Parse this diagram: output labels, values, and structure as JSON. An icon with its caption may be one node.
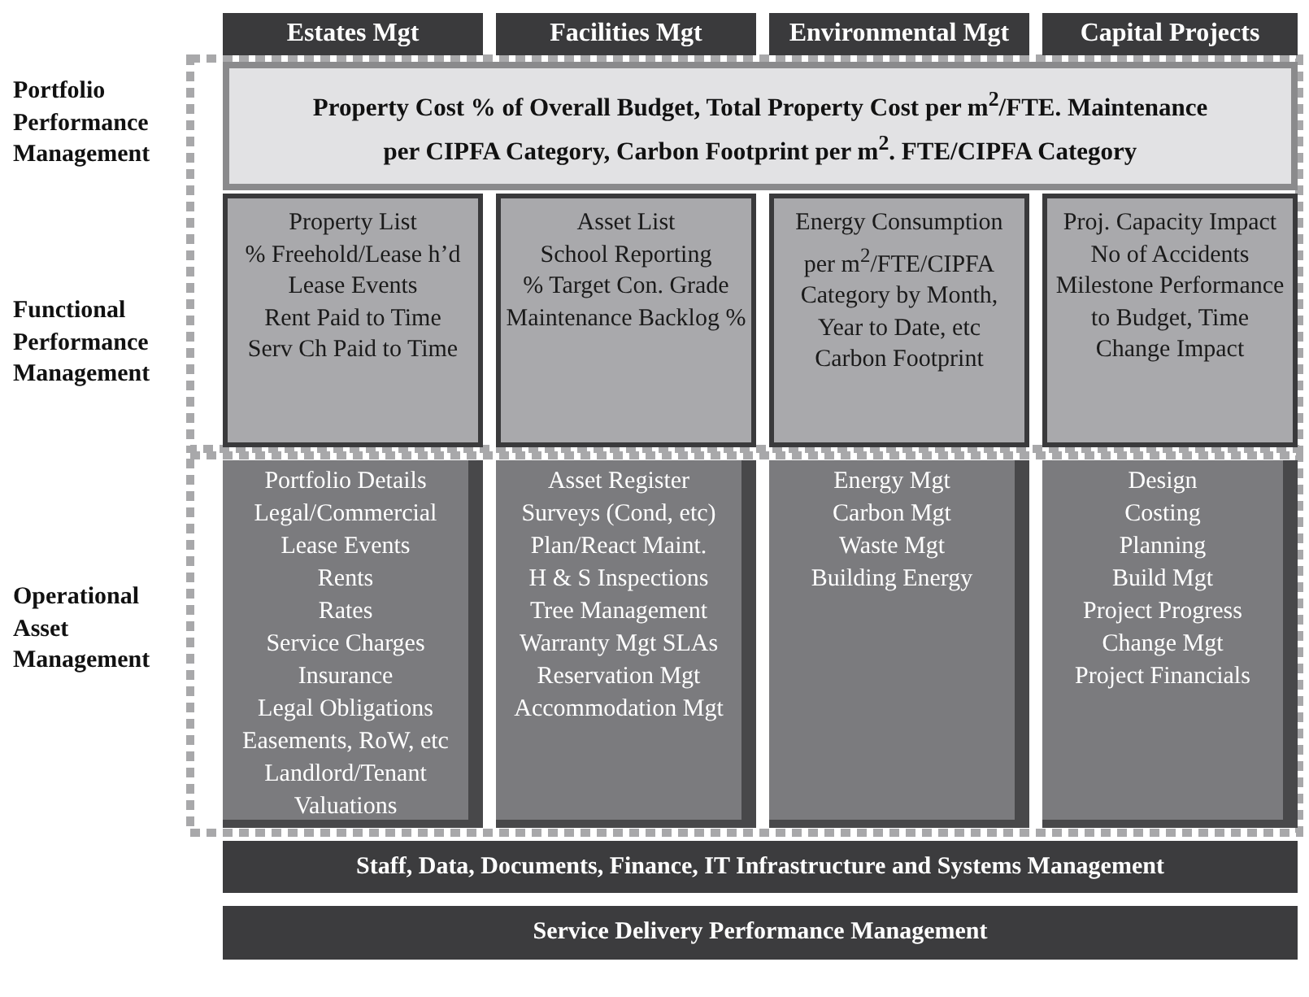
{
  "diagram": {
    "nodes": [
      {
        "text": [
          "Estates Mgt"
        ]
      },
      {
        "text": [
          "Facilities Mgt"
        ]
      },
      {
        "text": [
          "Environmental Mgt"
        ]
      },
      {
        "text": [
          "Capital Projects"
        ]
      },
      {
        "text": [
          "Property Cost  % of Overall Budget, Total Property Cost per m$^{2}$/FTE. Maintenance per CIPFA Category, Carbon Footprint per m$^{2}$. FTE/CIPFA Category"
        ]
      },
      {
        "text": [
          "Property List",
          "% Freehold/Lease h’d",
          "Lease Events",
          "Rent Paid to Time",
          "Serv Ch Paid to Time"
        ]
      },
      {
        "text": [
          "Asset List",
          "School Reporting",
          "% Target Con. Grade",
          "Maintenance Backlog %"
        ]
      },
      {
        "text": [
          "Energy Consumption per m$^{2}$/FTE/CIPFA Category by Month, Year to Date, etc",
          "Carbon Footprint"
        ]
      },
      {
        "text": [
          "Proj. Capacity Impact",
          "No of Accidents",
          "Milestone Performance to Budget, Time",
          "Change Impact"
        ]
      },
      {
        "text": [
          "Portfolio Details",
          "Legal/Commercial",
          "Lease Events",
          "Rents",
          "Rates",
          "Service Charges",
          "Insurance",
          "Legal Obligations",
          "Easements, RoW, etc",
          "Landlord/Tenant Valuations"
        ]
      },
      {
        "text": [
          "Asset Register",
          "Surveys (Cond, etc)",
          "Plan/React Maint.",
          "H & S Inspections",
          "Tree Management",
          "Warranty Mgt SLAs",
          "Reservation Mgt",
          "Accommodation Mgt"
        ]
      },
      {
        "text": [
          "Energy Mgt",
          "Carbon Mgt",
          "Waste Mgt",
          "Building Energy"
        ]
      },
      {
        "text": [
          "Design",
          "Costing",
          "Planning",
          "Build Mgt",
          "Project Progress",
          "Change Mgt",
          "Project Financials"
        ]
      },
      {
        "text": [
          "Staff, Data, Documents, Finance, IT Infrastructure and Systems Management"
        ]
      },
      {
        "text": [
          "Service Delivery Performance Management"
        ]
      }
    ],
    "labels": [
      "Portfolio Performance Management",
      "Functional Performance Management",
      "Operational Asset Management"
    ]
  }
}
